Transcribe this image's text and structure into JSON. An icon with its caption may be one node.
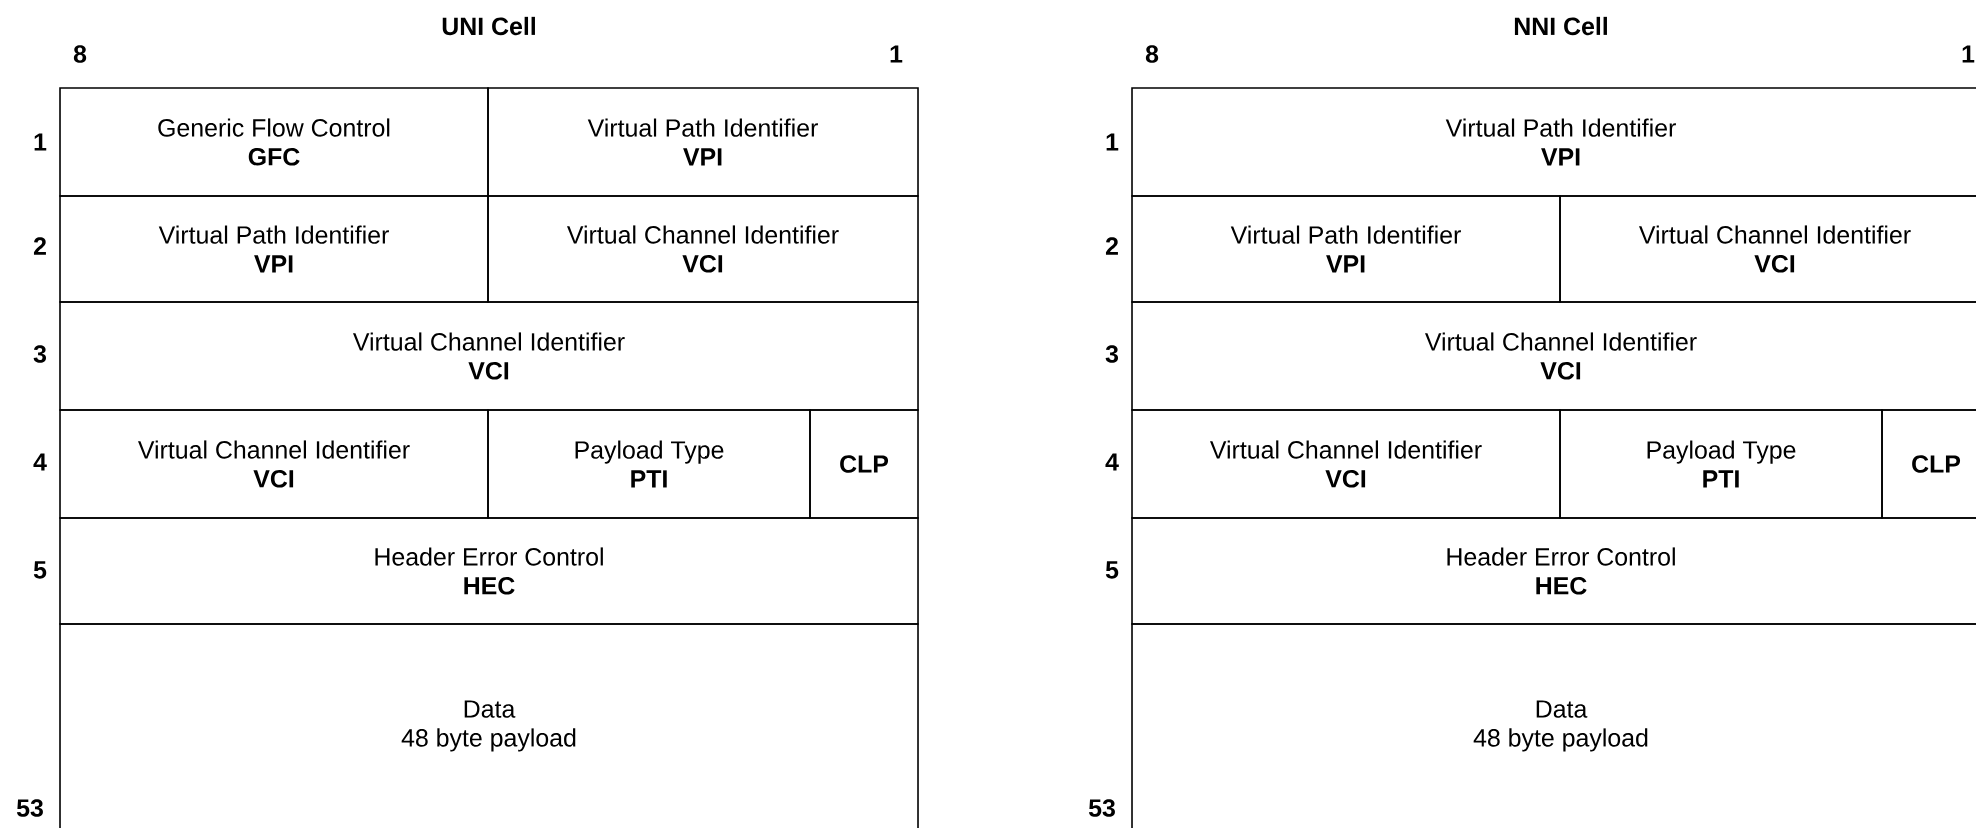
{
  "diagram": {
    "nodes": [
      {
        "text": [
          "Generic Flow Control",
          "GFC"
        ]
      },
      {
        "text": [
          "Virtual Path Identifier",
          "VPI"
        ]
      },
      {
        "text": [
          "Virtual Path Identifier",
          "VPI"
        ]
      },
      {
        "text": [
          "Virtual Channel Identifier",
          "VCI"
        ]
      },
      {
        "text": [
          "Virtual Channel Identifier",
          "VCI"
        ]
      },
      {
        "text": [
          "Virtual Channel Identifier",
          "VCI"
        ]
      },
      {
        "text": [
          "Payload Type",
          "PTI"
        ]
      },
      {
        "text": [
          "CLP"
        ]
      },
      {
        "text": [
          "Header Error Control",
          "HEC"
        ]
      },
      {
        "text": [
          "Data",
          "48 byte payload"
        ]
      },
      {
        "text": [
          "Virtual Path Identifier",
          "VPI"
        ]
      },
      {
        "text": [
          "Virtual Path Identifier",
          "VPI"
        ]
      },
      {
        "text": [
          "Virtual Channel Identifier",
          "VCI"
        ]
      },
      {
        "text": [
          "Virtual Channel Identifier",
          "VCI"
        ]
      },
      {
        "text": [
          "Virtual Channel Identifier",
          "VCI"
        ]
      },
      {
        "text": [
          "Payload Type",
          "PTI"
        ]
      },
      {
        "text": [
          "CLP"
        ]
      },
      {
        "text": [
          "Header Error Control",
          "HEC"
        ]
      },
      {
        "text": [
          "Data",
          "48 byte payload"
        ]
      }
    ],
    "labels": [
      "UNI Cell",
      "8",
      "1",
      "1",
      "2",
      "3",
      "4",
      "5",
      "53",
      "NNI Cell",
      "8",
      "1",
      "1",
      "2",
      "3",
      "4",
      "5",
      "53"
    ]
  }
}
